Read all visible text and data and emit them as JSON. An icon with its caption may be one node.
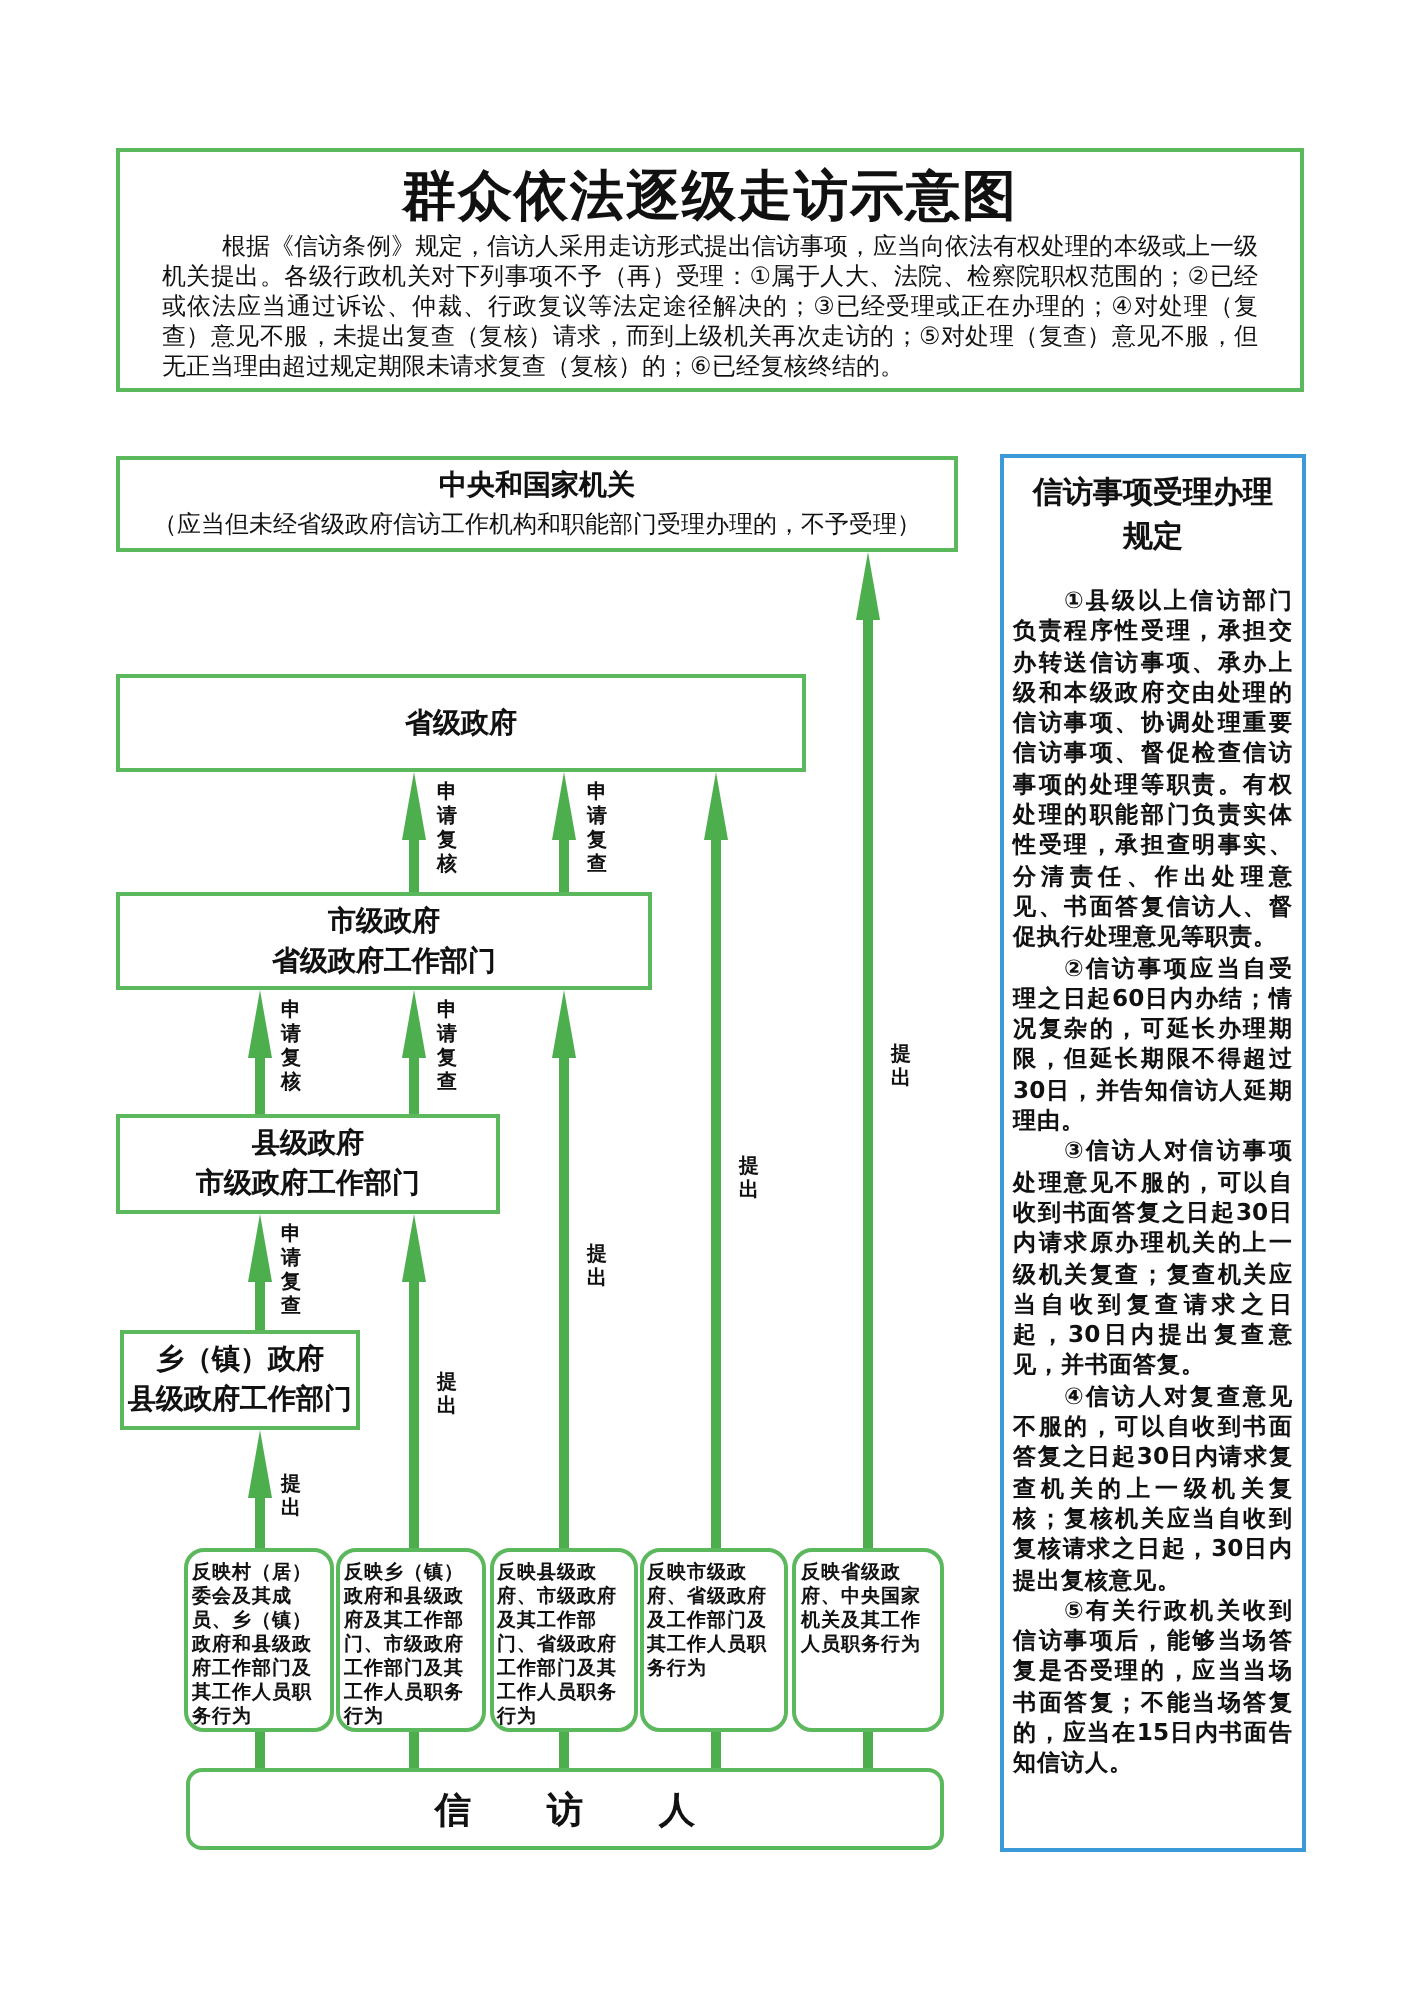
{
  "diagram": {
    "nodes": [
      {
        "text": [
          "群众依法逐级走访示意图",
          "根据《信访条例》规定，信访人采用走访形式提出信访事项，应当向依法有权处理的本级或上一级机关提出。各级行政机关对下列事项不予（再）受理：①属于人大、法院、检察院职权范围的；②已经或依法应当通过诉讼、仲裁、行政复议等法定途径解决的；③已经受理或正在办理的；④对处理（复查）意见不服，未提出复查（复核）请求，而到上级机关再次走访的；⑤对处理（复查）意见不服，但无正当理由超过规定期限未请求复查（复核）的；⑥已经复核终结的。"
        ]
      },
      {
        "text": [
          "中央和国家机关",
          "（应当但未经省级政府信访工作机构和职能部门受理办理的，不予受理）"
        ]
      },
      {
        "text": [
          "省级政府"
        ]
      },
      {
        "text": [
          "市级政府",
          "省级政府工作部门"
        ]
      },
      {
        "text": [
          "县级政府",
          "市级政府工作部门"
        ]
      },
      {
        "text": [
          "乡（镇）政府",
          "县级政府工作部门"
        ]
      },
      {
        "text": [
          "反映村（居）委会及其成员、乡（镇）政府和县级政府工作部门及其工作人员职务行为"
        ]
      },
      {
        "text": [
          "反映乡（镇）政府和县级政府及其工作部门、市级政府工作部门及其工作人员职务行为"
        ]
      },
      {
        "text": [
          "反映县级政府、市级政府及其工作部门、省级政府工作部门及其工作人员职务行为"
        ]
      },
      {
        "text": [
          "反映市级政府、省级政府及工作部门及其工作人员职务行为"
        ]
      },
      {
        "text": [
          "反映省级政府、中央国家机关及其工作人员职务行为"
        ]
      },
      {
        "text": [
          "信访人"
        ]
      },
      {
        "text": [
          "信访事项受理办理规定",
          "①县级以上信访部门负责程序性受理，承担交办转送信访事项、承办上级和本级政府交由处理的信访事项、协调处理重要信访事项、督促检查信访事项的处理等职责。有权处理的职能部门负责实体性受理，承担查明事实、分清责任、作出处理意见、书面答复信访人、督促执行处理意见等职责。",
          "②信访事项应当自受理之日起60日内办结；情况复杂的，可延长办理期限，但延长期限不得超过30日，并告知信访人延期理由。",
          "③信访人对信访事项处理意见不服的，可以自收到书面答复之日起30日内请求原办理机关的上一级机关复查；复查机关应当自收到复查请求之日起，30日内提出复查意见，并书面答复。",
          "④信访人对复查意见不服的，可以自收到书面答复之日起30日内请求复查机关的上一级机关复核；复核机关应当自收到复核请求之日起，30日内提出复核意见。",
          "⑤有关行政机关收到信访事项后，能够当场答复是否受理的，应当当场书面答复；不能当场答复的，应当在15日内书面告知信访人。"
        ]
      }
    ],
    "edges": [
      {
        "from": 11,
        "to": 6,
        "arrow": "none"
      },
      {
        "from": 11,
        "to": 7,
        "arrow": "none"
      },
      {
        "from": 11,
        "to": 8,
        "arrow": "none"
      },
      {
        "from": 11,
        "to": 9,
        "arrow": "none"
      },
      {
        "from": 11,
        "to": 10,
        "arrow": "none"
      },
      {
        "from": 6,
        "to": 5,
        "arrow": "to",
        "label": "提出"
      },
      {
        "from": 5,
        "to": 4,
        "arrow": "to",
        "label": "申请复查"
      },
      {
        "from": 4,
        "to": 3,
        "arrow": "to",
        "label": "申请复核"
      },
      {
        "from": 4,
        "to": 3,
        "arrow": "to",
        "label": "申请复查"
      },
      {
        "from": 3,
        "to": 2,
        "arrow": "to",
        "label": "申请复核"
      },
      {
        "from": 3,
        "to": 2,
        "arrow": "to",
        "label": "申请复查"
      },
      {
        "from": 7,
        "to": 4,
        "arrow": "to",
        "label": "提出"
      },
      {
        "from": 8,
        "to": 3,
        "arrow": "to",
        "label": "提出"
      },
      {
        "from": 9,
        "to": 2,
        "arrow": "to",
        "label": "提出"
      },
      {
        "from": 10,
        "to": 1,
        "arrow": "to",
        "label": "提出"
      }
    ]
  }
}
